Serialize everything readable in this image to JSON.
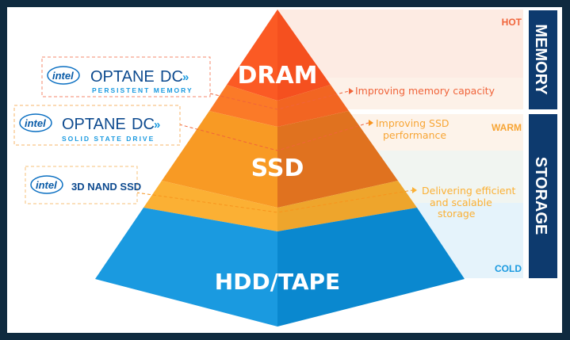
{
  "pyramid": {
    "dram": "DRAM",
    "ssd": "SSD",
    "hdd": "HDD/TAPE"
  },
  "products": {
    "optane_pm": {
      "brand": "intel",
      "name": "OPTANE",
      "suffix": "DC",
      "sub": "PERSISTENT MEMORY"
    },
    "optane_ssd": {
      "brand": "intel",
      "name": "OPTANE",
      "suffix": "DC",
      "sub": "SOLID STATE DRIVE"
    },
    "nand": {
      "brand": "intel",
      "name": "3D NAND SSD"
    }
  },
  "notes": {
    "memory": "Improving memory capacity",
    "ssd_1": "Improving SSD",
    "ssd_2": "performance",
    "storage_1": "Delivering efficient",
    "storage_2": "and scalable",
    "storage_3": "storage"
  },
  "tiers": {
    "hot": "HOT",
    "warm": "WARM",
    "cold": "COLD"
  },
  "side_labels": {
    "memory": "MEMORY",
    "storage": "STORAGE"
  },
  "colors": {
    "dram": "#fb5a24",
    "ssd": "#f7941d",
    "nand": "#fbb034",
    "hdd": "#1a9ae0",
    "navy": "#0d3a6e"
  }
}
